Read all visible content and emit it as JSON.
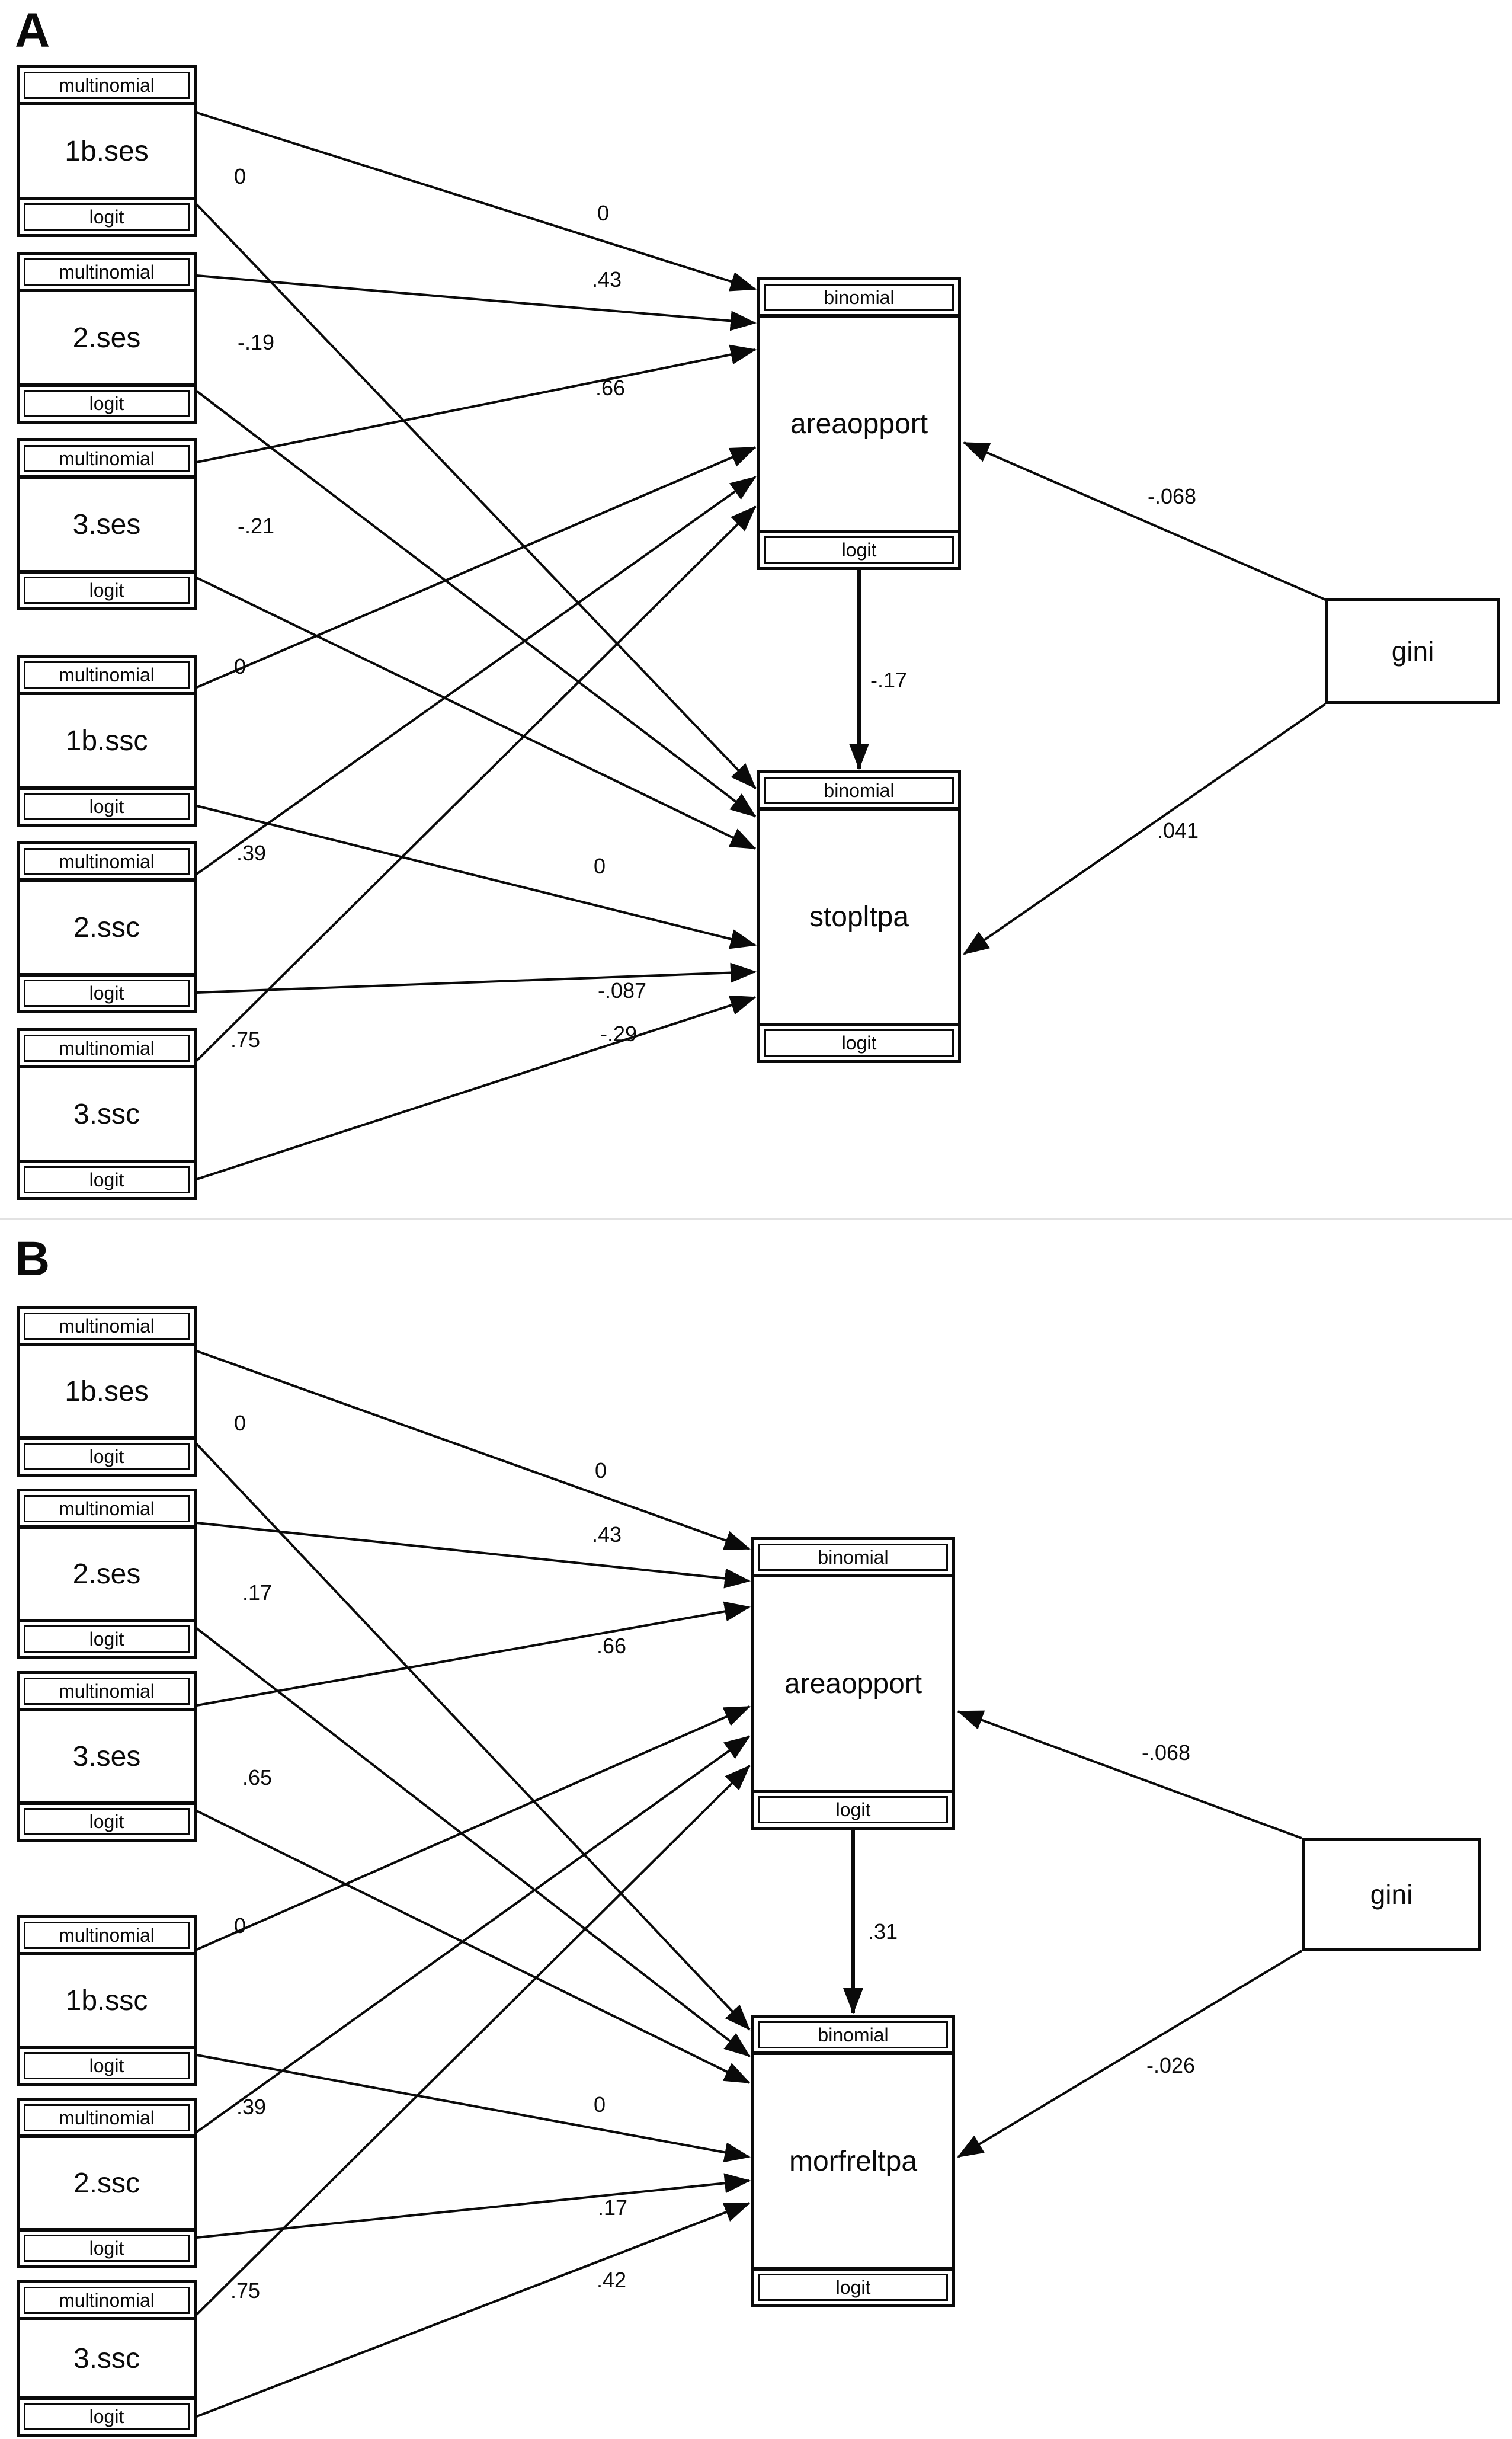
{
  "panel_a": {
    "label": "A",
    "predictors": [
      {
        "header": "multinomial",
        "name": "1b.ses",
        "footer": "logit"
      },
      {
        "header": "multinomial",
        "name": "2.ses",
        "footer": "logit"
      },
      {
        "header": "multinomial",
        "name": "3.ses",
        "footer": "logit"
      },
      {
        "header": "multinomial",
        "name": "1b.ssc",
        "footer": "logit"
      },
      {
        "header": "multinomial",
        "name": "2.ssc",
        "footer": "logit"
      },
      {
        "header": "multinomial",
        "name": "3.ssc",
        "footer": "logit"
      }
    ],
    "outcomes": [
      {
        "header": "binomial",
        "name": "areaopport",
        "footer": "logit"
      },
      {
        "header": "binomial",
        "name": "stopltpa",
        "footer": "logit"
      }
    ],
    "exogenous": {
      "name": "gini"
    },
    "coefficients": {
      "ses_to_areaopport": [
        "0",
        ".43",
        ".66"
      ],
      "ses_to_outcome2": [
        "0",
        "-.19",
        "-.21"
      ],
      "ssc_to_areaopport": [
        "0",
        ".39",
        ".75"
      ],
      "ssc_to_outcome2": [
        "0",
        "-.087",
        "-.29"
      ],
      "areaopport_to_outcome2": "-.17",
      "gini_to_areaopport": "-.068",
      "gini_to_outcome2": ".041"
    }
  },
  "panel_b": {
    "label": "B",
    "predictors": [
      {
        "header": "multinomial",
        "name": "1b.ses",
        "footer": "logit"
      },
      {
        "header": "multinomial",
        "name": "2.ses",
        "footer": "logit"
      },
      {
        "header": "multinomial",
        "name": "3.ses",
        "footer": "logit"
      },
      {
        "header": "multinomial",
        "name": "1b.ssc",
        "footer": "logit"
      },
      {
        "header": "multinomial",
        "name": "2.ssc",
        "footer": "logit"
      },
      {
        "header": "multinomial",
        "name": "3.ssc",
        "footer": "logit"
      }
    ],
    "outcomes": [
      {
        "header": "binomial",
        "name": "areaopport",
        "footer": "logit"
      },
      {
        "header": "binomial",
        "name": "morfreltpa",
        "footer": "logit"
      }
    ],
    "exogenous": {
      "name": "gini"
    },
    "coefficients": {
      "ses_to_areaopport": [
        "0",
        ".43",
        ".66"
      ],
      "ses_to_outcome2": [
        "0",
        ".17",
        ".65"
      ],
      "ssc_to_areaopport": [
        "0",
        ".39",
        ".75"
      ],
      "ssc_to_outcome2": [
        "0",
        ".17",
        ".42"
      ],
      "areaopport_to_outcome2": ".31",
      "gini_to_areaopport": "-.068",
      "gini_to_outcome2": "-.026"
    }
  }
}
